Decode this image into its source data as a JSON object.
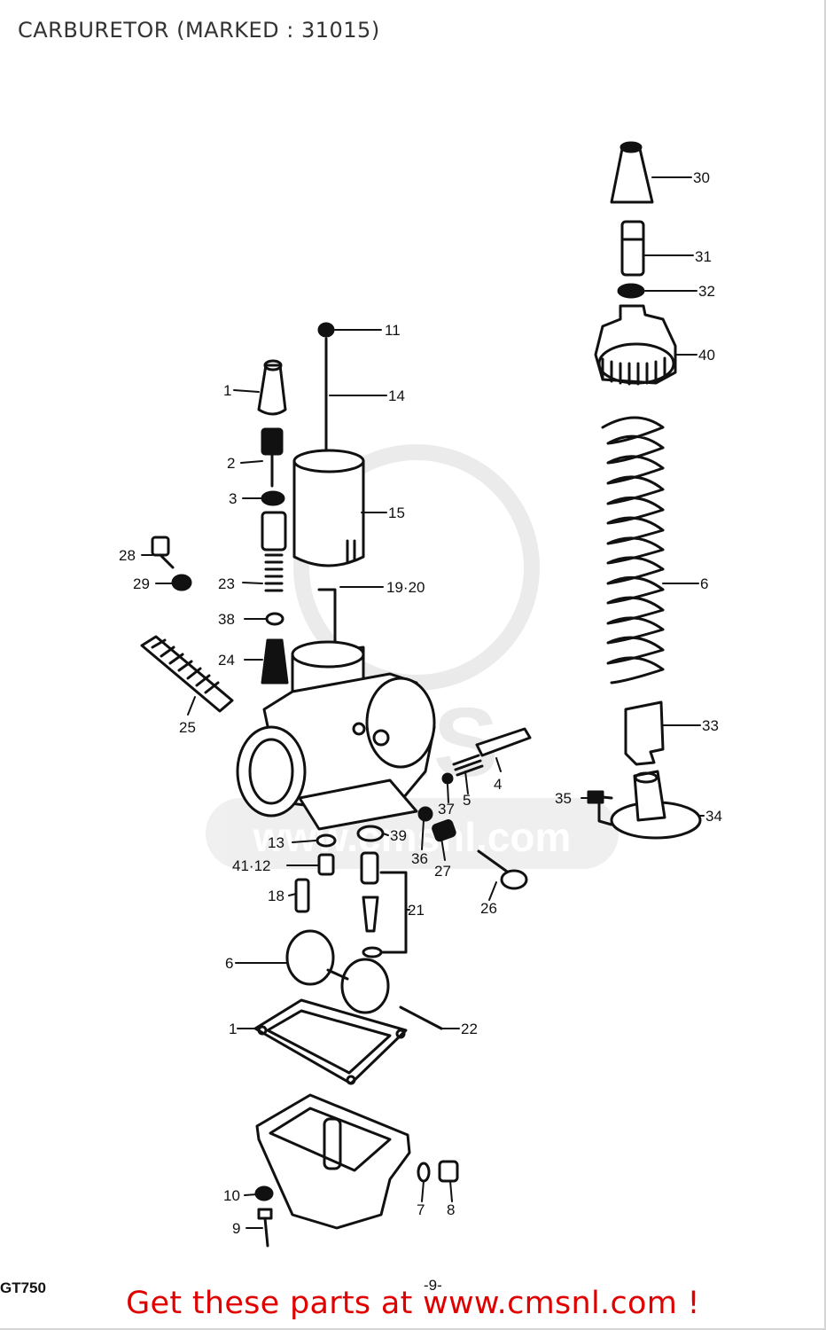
{
  "header": {
    "title": "CARBURETOR (MARKED : 31015)"
  },
  "watermark": {
    "text": "www.cmsnl.com",
    "logo_text": "CMS"
  },
  "diagram": {
    "callouts": [
      "30",
      "31",
      "32",
      "40",
      "11",
      "14",
      "1",
      "2",
      "3",
      "15",
      "28",
      "29",
      "23",
      "19·20",
      "6",
      "38",
      "24",
      "25",
      "33",
      "4",
      "5",
      "37",
      "35",
      "34",
      "13",
      "39",
      "36",
      "27",
      "41·12",
      "18",
      "21",
      "26",
      "6",
      "22",
      "1",
      "10",
      "7",
      "8",
      "9"
    ]
  },
  "footer": {
    "model_code": "GT750",
    "page_number": "-9-",
    "promo_text": "Get these parts at www.cmsnl.com !",
    "promo_color": "#e00000"
  }
}
